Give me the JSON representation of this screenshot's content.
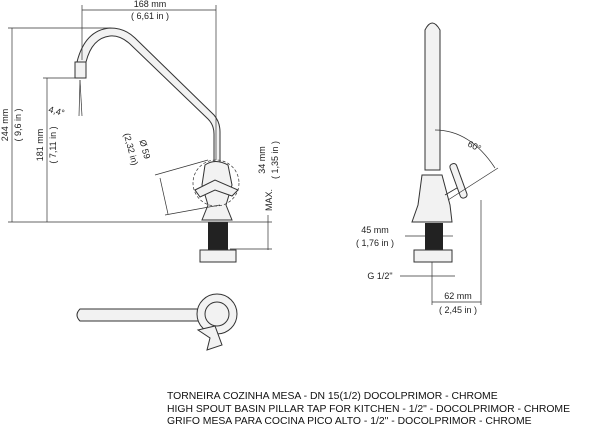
{
  "dimensions": {
    "width": {
      "mm": "168 mm",
      "in": "( 6,61 in )"
    },
    "total_height": {
      "mm": "244 mm",
      "in": "( 9,6 in )"
    },
    "spout_height": {
      "mm": "181 mm",
      "in": "( 7,11 in )"
    },
    "angle_spout": "4,4°",
    "diameter": {
      "mm": "Ø 59",
      "in": "(2,32 in)"
    },
    "max_thickness": {
      "mm": "34 mm",
      "in": "( 1,35 in )",
      "max": "MAX."
    },
    "handle_angle": "60°",
    "base": {
      "mm": "45 mm",
      "in": "( 1,76 in )"
    },
    "thread": "G 1/2\"",
    "handle_reach": {
      "mm": "62 mm",
      "in": "( 2,45 in )"
    }
  },
  "caption": [
    "TORNEIRA COZINHA MESA - DN 15(1/2)  DOCOLPRIMOR - CHROME",
    "HIGH SPOUT BASIN PILLAR TAP FOR KITCHEN - 1/2\" - DOCOLPRIMOR - CHROME",
    "GRIFO MESA PARA COCINA PICO ALTO - 1/2\" - DOCOLPRIMOR - CHROME"
  ]
}
